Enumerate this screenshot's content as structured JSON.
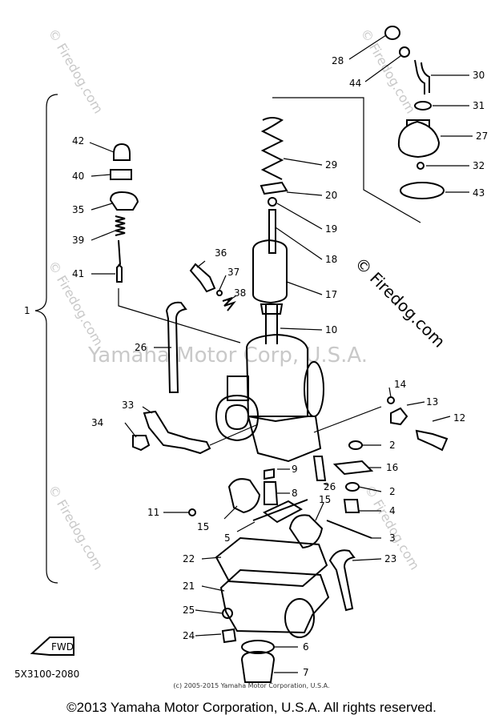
{
  "watermarks": {
    "center": "Yamaha Motor Corp, U.S.A.",
    "firedog": "© Firedog.com"
  },
  "diagram_code": "5X3100-2080",
  "fwd_label": "FWD",
  "assembly_label": "1",
  "callouts": [
    {
      "label": "28"
    },
    {
      "label": "44"
    },
    {
      "label": "30"
    },
    {
      "label": "31"
    },
    {
      "label": "27"
    },
    {
      "label": "32"
    },
    {
      "label": "43"
    },
    {
      "label": "42"
    },
    {
      "label": "40"
    },
    {
      "label": "35"
    },
    {
      "label": "39"
    },
    {
      "label": "41"
    },
    {
      "label": "29"
    },
    {
      "label": "20"
    },
    {
      "label": "19"
    },
    {
      "label": "18"
    },
    {
      "label": "17"
    },
    {
      "label": "36"
    },
    {
      "label": "37"
    },
    {
      "label": "38"
    },
    {
      "label": "10"
    },
    {
      "label": "26"
    },
    {
      "label": "14"
    },
    {
      "label": "13"
    },
    {
      "label": "12"
    },
    {
      "label": "33"
    },
    {
      "label": "34"
    },
    {
      "label": "2"
    },
    {
      "label": "16"
    },
    {
      "label": "9"
    },
    {
      "label": "8"
    },
    {
      "label": "26"
    },
    {
      "label": "2"
    },
    {
      "label": "4"
    },
    {
      "label": "11"
    },
    {
      "label": "15"
    },
    {
      "label": "15"
    },
    {
      "label": "5"
    },
    {
      "label": "3"
    },
    {
      "label": "22"
    },
    {
      "label": "23"
    },
    {
      "label": "21"
    },
    {
      "label": "25"
    },
    {
      "label": "24"
    },
    {
      "label": "6"
    },
    {
      "label": "7"
    }
  ],
  "small_copyright": "(c) 2005-2015 Yamaha Motor Corporation, U.S.A.",
  "footer": "©2013 Yamaha Motor Corporation, U.S.A. All rights reserved."
}
